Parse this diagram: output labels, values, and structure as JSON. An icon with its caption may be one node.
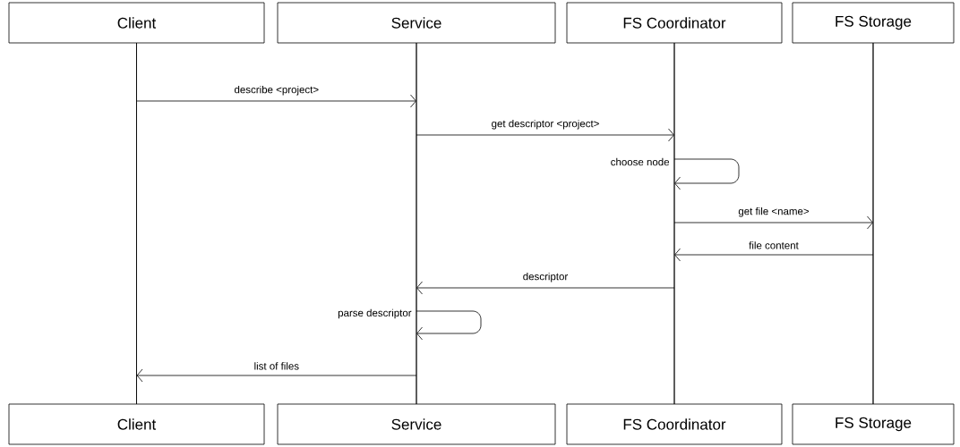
{
  "diagram": {
    "nodes": [
      {
        "text": [
          "Client"
        ]
      },
      {
        "text": [
          "Service"
        ]
      },
      {
        "text": [
          "FS Coordinator"
        ]
      },
      {
        "text": [
          "FS Storage"
        ]
      },
      {
        "text": [],
        "shape": "line"
      },
      {
        "text": [],
        "shape": "line"
      },
      {
        "text": [],
        "shape": "line"
      },
      {
        "text": [],
        "shape": "line"
      },
      {
        "text": [
          "Client"
        ]
      },
      {
        "text": [
          "Service"
        ]
      },
      {
        "text": [
          "FS Coordinator"
        ]
      },
      {
        "text": [
          "FS Storage"
        ]
      }
    ],
    "edges": [
      {
        "from": 4,
        "to": 5,
        "arrow": "to",
        "label": "describe <project>"
      },
      {
        "from": 5,
        "to": 6,
        "arrow": "to",
        "label": "get descriptor <project>"
      },
      {
        "from": 6,
        "to": 6,
        "arrow": "to",
        "label": "choose node"
      },
      {
        "from": 6,
        "to": 7,
        "arrow": "to",
        "label": "get file <name>"
      },
      {
        "from": 7,
        "to": 6,
        "arrow": "to",
        "label": "file content"
      },
      {
        "from": 6,
        "to": 5,
        "arrow": "to",
        "label": "descriptor"
      },
      {
        "from": 5,
        "to": 5,
        "arrow": "to",
        "label": "parse descriptor"
      },
      {
        "from": 5,
        "to": 4,
        "arrow": "to",
        "label": "list of files"
      }
    ]
  }
}
